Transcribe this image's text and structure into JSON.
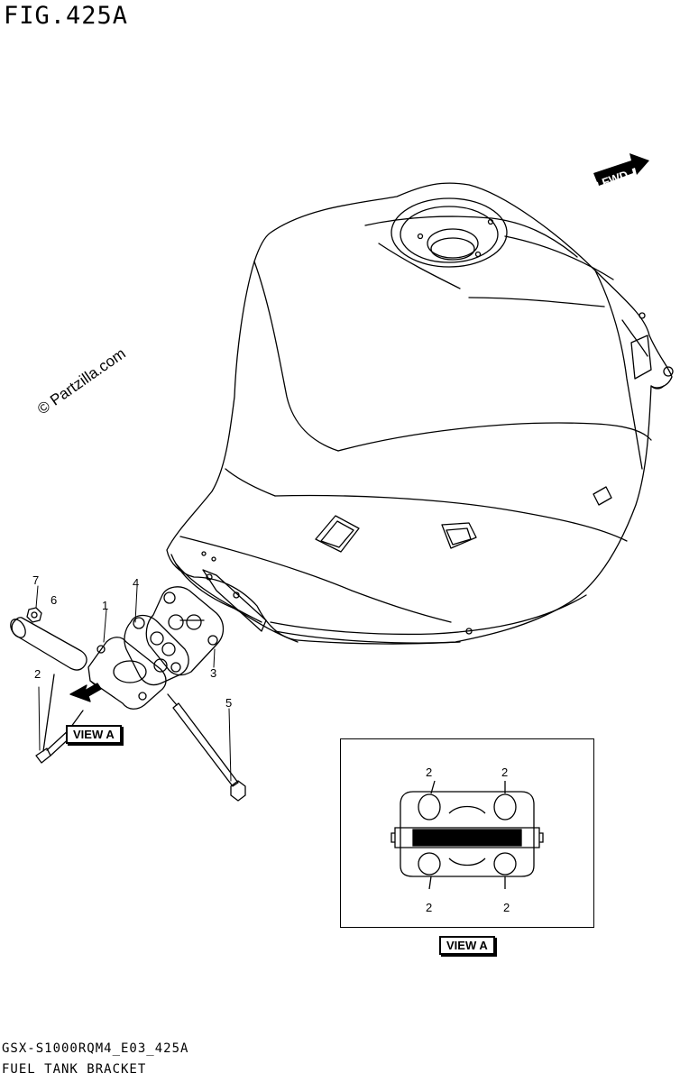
{
  "figure": {
    "title": "FIG.425A",
    "watermark": "© Partzilla.com",
    "fwd_label": "FWD"
  },
  "callouts": [
    {
      "id": "c7",
      "text": "7"
    },
    {
      "id": "c6",
      "text": "6"
    },
    {
      "id": "c1",
      "text": "1"
    },
    {
      "id": "c4",
      "text": "4"
    },
    {
      "id": "c3",
      "text": "3"
    },
    {
      "id": "c2",
      "text": "2"
    },
    {
      "id": "c5",
      "text": "5"
    }
  ],
  "view_labels": {
    "main": "VIEW A",
    "detail": "VIEW A"
  },
  "detail_callouts": [
    "2",
    "2",
    "2",
    "2"
  ],
  "footer": {
    "code": "GSX-S1000RQM4_E03_425A",
    "name": "FUEL TANK BRACKET"
  }
}
